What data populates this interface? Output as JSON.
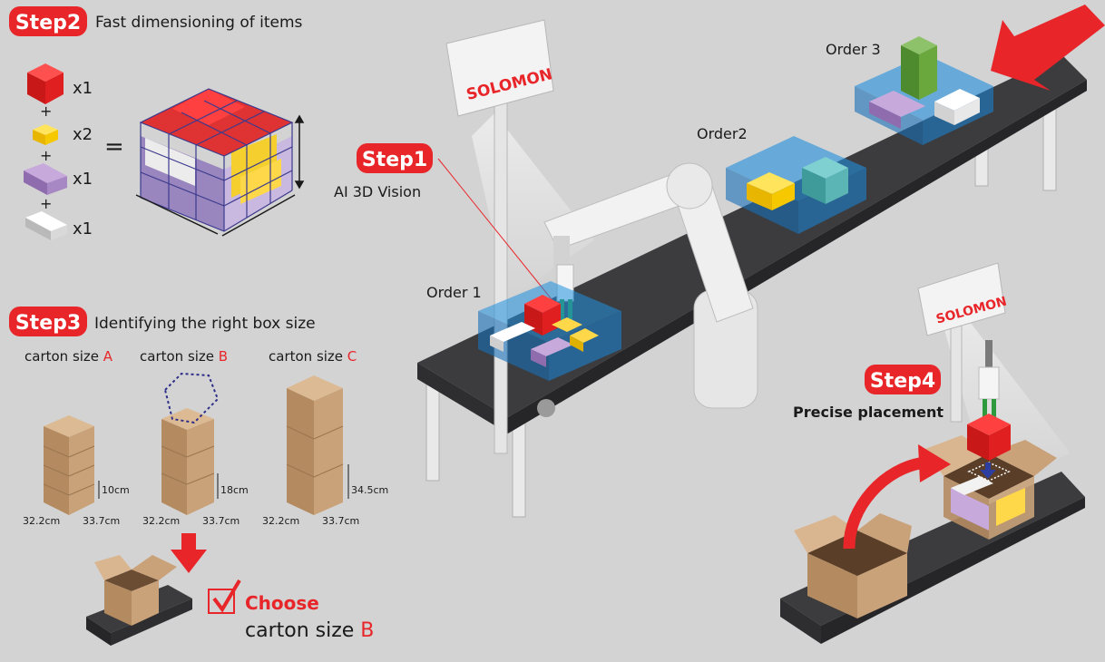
{
  "brand": {
    "logo_text": "SOLOMON"
  },
  "colors": {
    "accent_red": "#e8262a",
    "belt": "#3c3c3e",
    "carton": "#c9a27a",
    "scan_blue": "#1f8fe0"
  },
  "steps": {
    "step1": {
      "badge": "Step1",
      "title": "AI 3D Vision"
    },
    "step2": {
      "badge": "Step2",
      "title": "Fast dimensioning of items"
    },
    "step3": {
      "badge": "Step3",
      "title": "Identifying the right box size"
    },
    "step4": {
      "badge": "Step4",
      "title": "Precise placement"
    }
  },
  "items": {
    "qty1": "x1",
    "qty2": "x2",
    "qty3": "x1",
    "qty4": "x1",
    "plus": "+",
    "equals": "="
  },
  "orders": {
    "order1": "Order 1",
    "order2": "Order2",
    "order3": "Order 3"
  },
  "cartons": [
    {
      "label": "carton size ",
      "letter": "A",
      "height": "10cm",
      "width": "32.2cm",
      "depth": "33.7cm"
    },
    {
      "label": "carton size ",
      "letter": "B",
      "height": "18cm",
      "width": "32.2cm",
      "depth": "33.7cm"
    },
    {
      "label": "carton size ",
      "letter": "C",
      "height": "34.5cm",
      "width": "32.2cm",
      "depth": "33.7cm"
    }
  ],
  "choose": {
    "word": "Choose",
    "result_label": "carton size ",
    "result_letter": "B"
  }
}
